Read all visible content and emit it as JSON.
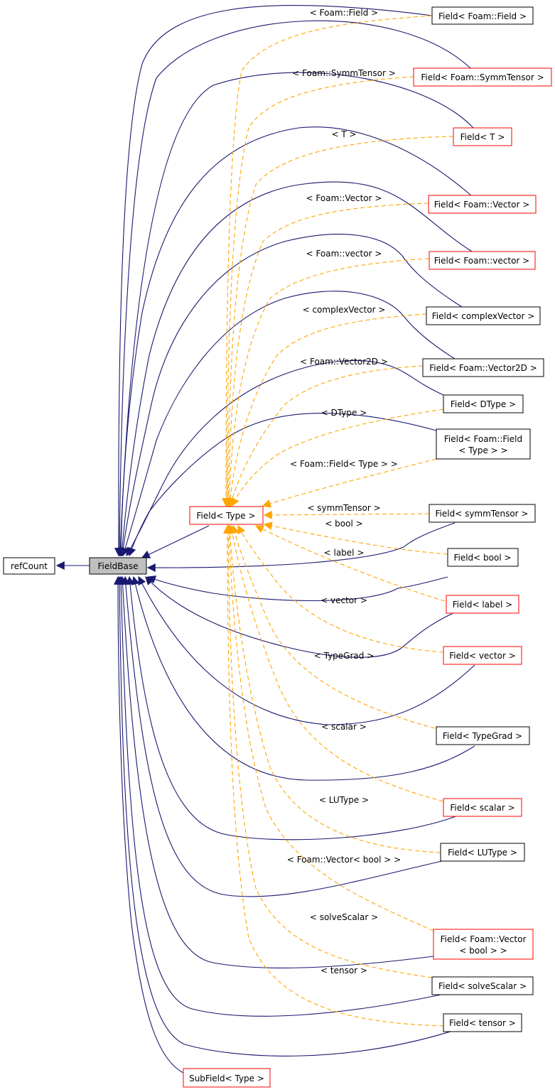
{
  "colors": {
    "inheritance": "#191970",
    "template": "#ffa500",
    "box_black": "#000000",
    "box_red": "#ff0000",
    "box_gray": "#bfbfbf"
  },
  "nodes": {
    "refCount": "refCount",
    "FieldBase": "FieldBase",
    "FieldType": "Field< Type >",
    "SubFieldType": "SubField< Type >",
    "FieldFoamField": "Field< Foam::Field >",
    "FieldFoamSymmTensor": "Field< Foam::SymmTensor >",
    "FieldT": "Field< T >",
    "FieldFoamVectorCap": "Field< Foam::Vector >",
    "FieldFoamVectorLow": "Field< Foam::vector >",
    "FieldComplexVector": "Field< complexVector >",
    "FieldFoamVector2D": "Field< Foam::Vector2D >",
    "FieldDType": "Field< DType >",
    "FieldFoamFieldType_l1": "Field< Foam::Field",
    "FieldFoamFieldType_l2": "< Type > >",
    "FieldSymmTensor": "Field< symmTensor >",
    "FieldBool": "Field< bool >",
    "FieldLabel": "Field< label >",
    "FieldVector": "Field< vector >",
    "FieldTypeGrad": "Field< TypeGrad >",
    "FieldScalar": "Field< scalar >",
    "FieldLUType": "Field< LUType >",
    "FieldFoamVectorBool_l1": "Field< Foam::Vector",
    "FieldFoamVectorBool_l2": "< bool > >",
    "FieldSolveScalar": "Field< solveScalar >",
    "FieldTensor": "Field< tensor >"
  },
  "edge_labels": {
    "FoamField": "< Foam::Field >",
    "FoamSymmTensor": "< Foam::SymmTensor >",
    "T": "< T >",
    "FoamVectorCap": "< Foam::Vector >",
    "FoamVectorLow": "< Foam::vector >",
    "complexVector": "< complexVector >",
    "FoamVector2D": "< Foam::Vector2D >",
    "DType": "< DType >",
    "FoamFieldType": "< Foam::Field< Type > >",
    "symmTensor": "< symmTensor >",
    "bool": "< bool >",
    "label": "< label >",
    "vector": "< vector >",
    "TypeGrad": "< TypeGrad >",
    "scalar": "< scalar >",
    "LUType": "< LUType >",
    "FoamVectorBool": "< Foam::Vector< bool > >",
    "solveScalar": "< solveScalar >",
    "tensor": "< tensor >"
  }
}
